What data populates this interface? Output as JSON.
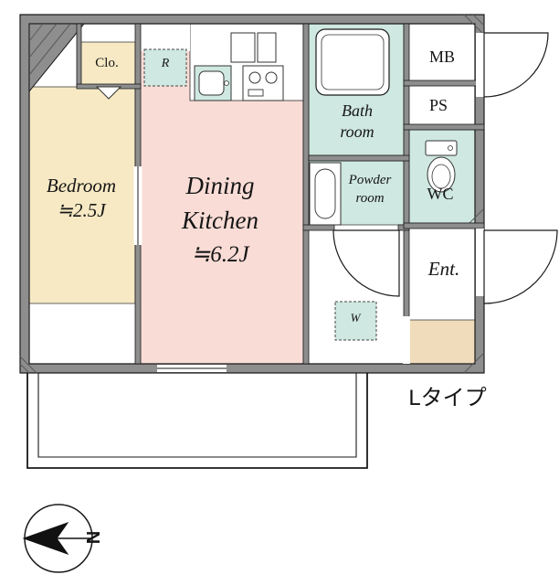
{
  "floorplan": {
    "type_label": "Lタイプ",
    "compass": {
      "north_label": "N"
    },
    "rooms": {
      "closet": {
        "label": "Clo."
      },
      "fridge": {
        "label": "R"
      },
      "bedroom": {
        "label": "Bedroom",
        "size": "≒2.5J"
      },
      "dining_kitchen": {
        "label": "Dining Kitchen",
        "size": "≒6.2J"
      },
      "bath": {
        "label": "Bath room"
      },
      "powder": {
        "label": "Powder room"
      },
      "wc": {
        "label": "WC"
      },
      "meter_box": {
        "label": "MB"
      },
      "pipe_space": {
        "label": "PS"
      },
      "entrance": {
        "label": "Ent."
      },
      "washer": {
        "label": "W"
      }
    },
    "colors": {
      "wall": "#8e8e8e",
      "bedroom": "#f6e9c4",
      "dining_kitchen": "#f9dcd6",
      "wet_area": "#cfe8e1",
      "entrance_step": "#f0dcba"
    }
  }
}
